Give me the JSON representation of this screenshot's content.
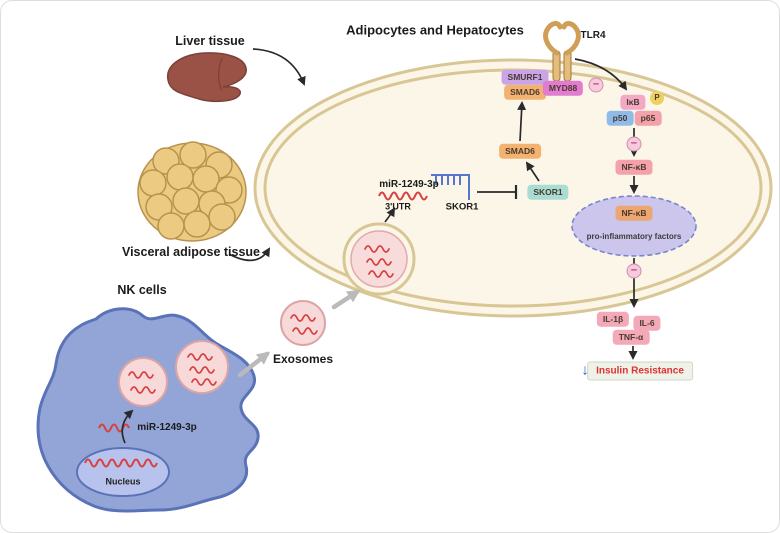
{
  "labels": {
    "liver_tissue": "Liver tissue",
    "visceral_adipose_tissue": "Visceral adipose tissue",
    "nk_cells": "NK cells",
    "nucleus": "Nucleus",
    "mir_nk": "miR-1249-3p",
    "exosomes": "Exosomes",
    "cell_title": "Adipocytes and Hepatocytes",
    "mir_cell": "miR-1249-3p",
    "three_utr": "3'UTR",
    "skor1_mrna": "SKOR1",
    "tlr4": "TLR4",
    "pro_inflammatory": "pro-inflammatory factors",
    "insulin_resistance": "Insulin Resistance",
    "down_arrow": "↓",
    "minus": "−"
  },
  "pills": {
    "smurf1": {
      "label": "SMURF1",
      "bg": "#c9a4e9"
    },
    "smad6_upper": {
      "label": "SMAD6",
      "bg": "#f4b271"
    },
    "myd88": {
      "label": "MYD88",
      "bg": "#e27cd1"
    },
    "smad6_lower": {
      "label": "SMAD6",
      "bg": "#f4b271"
    },
    "skor1": {
      "label": "SKOR1",
      "bg": "#a9dcd2"
    },
    "ikb": {
      "label": "IκB",
      "bg": "#f3a9c5"
    },
    "phospho": {
      "label": "P",
      "bg": "#edd061"
    },
    "p50": {
      "label": "p50",
      "bg": "#8fbbe9"
    },
    "p65": {
      "label": "p65",
      "bg": "#f3a1ab"
    },
    "nfkb": {
      "label": "NF-κB",
      "bg": "#f3a1ab"
    },
    "nfkb_nucleus": {
      "label": "NF-κB",
      "bg": "#eca671"
    },
    "il1b": {
      "label": "IL-1β",
      "bg": "#f3a9b8"
    },
    "il6": {
      "label": "IL-6",
      "bg": "#f3a9b8"
    },
    "tnfa": {
      "label": "TNF-α",
      "bg": "#f3a9b8"
    }
  },
  "colors": {
    "cell_fill": "#fbf6e8",
    "cell_membrane": "#d8c795",
    "nk_fill": "#93a5d6",
    "nk_stroke": "#5a72b8",
    "nk_nucleus_fill": "#b7c3ec",
    "vesicle_fill": "#f7d9d9",
    "vesicle_stroke": "#dda4a4",
    "mirna_red": "#d84040",
    "liver_fill": "#9a5246",
    "adipose_fill": "#ecca82",
    "adipose_stroke": "#b8934e",
    "arrow_black": "#2a2a2a",
    "arrow_gray": "#bababa",
    "minus_fill": "#f6c9db",
    "minus_stroke": "#d08cb2",
    "nucleus_dashed_fill": "#ccc6ec",
    "nucleus_dashed_stroke": "#7a85cf",
    "insulin_text": "#e03030",
    "down_arrow_blue": "#2f55dd",
    "tlr4_tan": "#cf9f58",
    "comb_blue": "#5577cc"
  }
}
